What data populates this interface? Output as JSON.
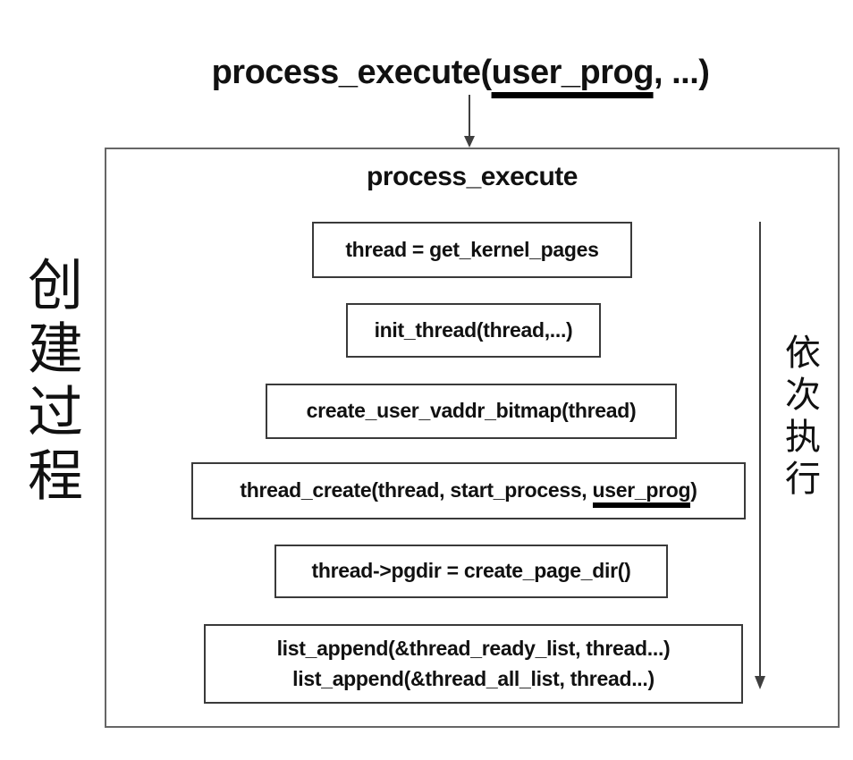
{
  "title": {
    "lines": [
      [
        {
          "t": "process_execute(",
          "u": false
        },
        {
          "t": "user_prog",
          "u": true
        },
        {
          "t": ", ...)",
          "u": false
        }
      ]
    ]
  },
  "flow_box": {
    "heading": "process_execute"
  },
  "steps": [
    {
      "name": "get-kernel-pages",
      "lines": [
        [
          {
            "t": "thread = get_kernel_pages",
            "u": false
          }
        ]
      ]
    },
    {
      "name": "init-thread",
      "lines": [
        [
          {
            "t": "init_thread(thread,...)",
            "u": false
          }
        ]
      ]
    },
    {
      "name": "create-user-vaddr-bitmap",
      "lines": [
        [
          {
            "t": "create_user_vaddr_bitmap(thread)",
            "u": false
          }
        ]
      ]
    },
    {
      "name": "thread-create",
      "lines": [
        [
          {
            "t": "thread_create(thread, start_process, ",
            "u": false
          },
          {
            "t": "user_prog",
            "u": true
          },
          {
            "t": ")",
            "u": false
          }
        ]
      ]
    },
    {
      "name": "create-page-dir",
      "lines": [
        [
          {
            "t": "thread->pgdir = create_page_dir()",
            "u": false
          }
        ]
      ]
    },
    {
      "name": "list-append",
      "lines": [
        [
          {
            "t": "list_append(&thread_ready_list, thread...)",
            "u": false
          }
        ],
        [
          {
            "t": "list_append(&thread_all_list, thread...)",
            "u": false
          }
        ]
      ]
    }
  ],
  "side_labels": {
    "left": "创建过程",
    "right": "依次执行"
  },
  "colors": {
    "ink": "#111111",
    "outer_border": "#666666",
    "inner_border": "#3a3a3a",
    "arrow": "#3f3f3f"
  }
}
